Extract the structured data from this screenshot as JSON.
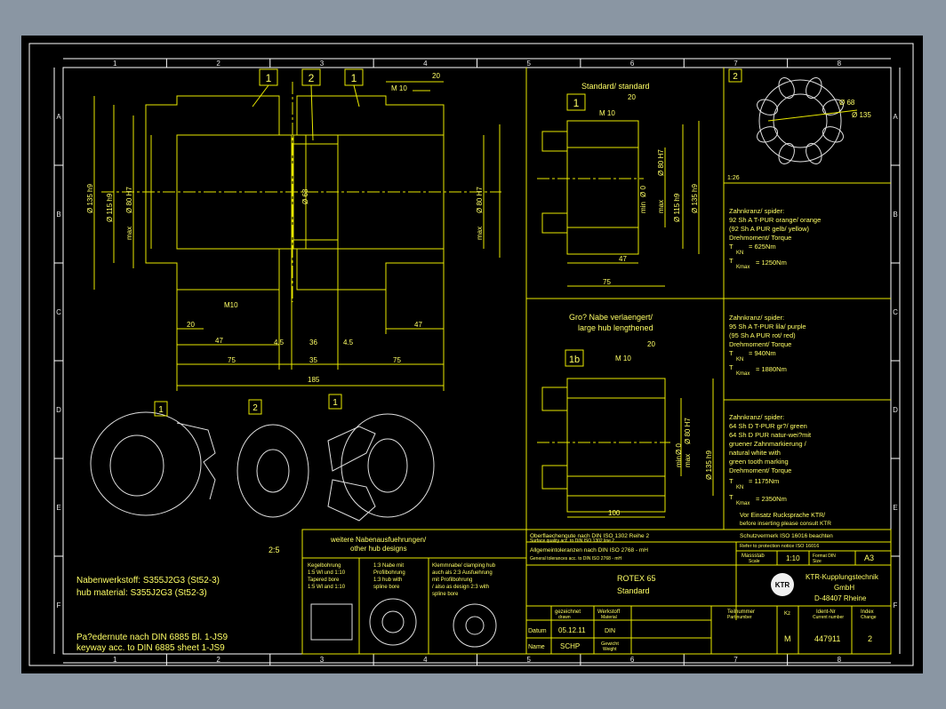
{
  "grid": {
    "columns": [
      "1",
      "2",
      "3",
      "4",
      "5",
      "6",
      "7",
      "8"
    ],
    "rows": [
      "A",
      "B",
      "C",
      "D",
      "E",
      "F"
    ]
  },
  "balloons": {
    "hub": "1",
    "spider": "2",
    "hub_lengthened": "1b"
  },
  "main_view": {
    "dims": {
      "d135": "Ø 135 h9",
      "d115": "Ø 115 h9",
      "d80max": "Ø 80 H7",
      "d68": "Ø 68",
      "d80": "Ø 80 H7",
      "max": "max",
      "m10_top": "M 10",
      "w20_top": "20",
      "m10_bot": "M10",
      "w20_bot": "20",
      "w47_left": "47",
      "w47_right": "47",
      "w45a": "4.5",
      "w36": "36",
      "w45b": "4.5",
      "w75a": "75",
      "w35": "35",
      "w75b": "75",
      "w185": "185"
    }
  },
  "standard_view": {
    "title": "Standard/ standard",
    "dims": {
      "m10": "M 10",
      "w20": "20",
      "d80": "Ø 80 H7",
      "d0": "Ø 0",
      "d115": "Ø 115 h9",
      "d135": "Ø 135 h9",
      "min": "min",
      "max": "max",
      "w47": "47",
      "w75": "75"
    }
  },
  "large_view": {
    "title": "Gro? Nabe verlaengert/",
    "subtitle": "large hub lengthened",
    "dims": {
      "m10": "M 10",
      "w20": "20",
      "d80": "Ø 80 H7",
      "d0": "Ø 0",
      "d135": "Ø 135 h9",
      "min": "min",
      "max": "max",
      "w100": "100"
    }
  },
  "spider_view": {
    "d68": "Ø 68",
    "d135": "Ø 135",
    "scale": "1:26"
  },
  "iso_scale": "2:5",
  "spiders": [
    {
      "lines": [
        "Zahnkranz/ spider:",
        "92 Sh A T-PUR orange/ orange",
        "(92 Sh A PUR gelb/ yellow)",
        "Drehmoment/ Torque"
      ],
      "tkn": "T",
      "tkn_sub": "KN",
      "tkn_val": "= 625Nm",
      "tkmax_val": "= 1250Nm",
      "tkmax_sub": "Kmax"
    },
    {
      "lines": [
        "Zahnkranz/ spider:",
        "95 Sh A T-PUR lila/ purple",
        "(95 Sh A PUR rot/ red)",
        "Drehmoment/ Torque"
      ],
      "tkn": "T",
      "tkn_sub": "KN",
      "tkn_val": "= 940Nm",
      "tkmax_val": "= 1880Nm",
      "tkmax_sub": "Kmax"
    },
    {
      "lines": [
        "Zahnkranz/ spider:",
        "64 Sh D T-PUR gr?/ green",
        "64 Sh D PUR natur-wei?mit",
        "gruener Zahnmarkierung /",
        "natural white with",
        "green tooth marking",
        "Drehmoment/ Torque"
      ],
      "tkn": "T",
      "tkn_sub": "KN",
      "tkn_val": "= 1175Nm",
      "tkmax_val": "= 2350Nm",
      "tkmax_sub": "Kmax"
    }
  ],
  "notes": {
    "consult_de": "Vor Einsatz Rucksprache KTR/",
    "consult_en": "before inserting please consult KTR",
    "material_de": "Nabenwerkstoff: S355J2G3 (St52-3)",
    "material_en": "hub material: S355J2G3 (St52-3)",
    "keyway_de": "Pa?edernute nach DIN 6885 Bl. 1-JS9",
    "keyway_en": "keyway acc. to DIN 6885 sheet 1-JS9"
  },
  "hub_designs": {
    "title": "weitere Nabenausfuehrungen/",
    "subtitle": "other hub designs",
    "variants": [
      [
        "Kegelbohrung",
        "1:5 Wl und 1:10",
        "Tapered bore",
        "1:5 Wl and 1:10"
      ],
      [
        "1:3 Nabe mit",
        "Profilbohrung",
        "1:3 hub with",
        "spline bore"
      ],
      [
        "Klemmnabe/ clamping hub",
        "auch als 2:3 Ausfuehrung",
        "mit Profilbohrung",
        "/ also as design 2:3 with",
        "spline bore"
      ]
    ]
  },
  "title_block": {
    "surface_de": "Oberflaechengute nach DIN ISO 1302 Reihe 2",
    "surface_en": "Surface quality acc. to DIN ISO 1302 line 2",
    "tol_de": "Allgemeintoleranzen nach DIN ISO 2768 - mH",
    "tol_en": "General tolerances acc. to DIN ISO 2768 - mH",
    "protect_de": "Schutzvermerk ISO 16016 beachten",
    "protect_en": "Refer to protection notice ISO 16016",
    "scale_label": "Massstab",
    "scale_en": "Scale",
    "scale": "1:10",
    "format_label": "Format DIN",
    "format_en": "Size",
    "format": "A3",
    "title1": "ROTEX 65",
    "title2": "Standard",
    "company1": "KTR-Kupplungstechnik",
    "company2": "GmbH",
    "company3": "D-48407 Rheine",
    "logo": "KTR",
    "col_drawn": "gezeichnet",
    "col_drawn_en": "drawn",
    "col_material": "Werkstoff",
    "col_material_en": "Material",
    "col_partno": "Teilnummer",
    "col_partno_en": "Part number",
    "col_kz": "Kz",
    "col_idnr": "Ident-Nr",
    "col_idnr_en": "Current number",
    "col_index": "Index",
    "col_index_en": "Change",
    "row_date": "Datum",
    "row_name": "Name",
    "date": "05.12.11",
    "name": "SCHP",
    "material": "DIN",
    "weight_de": "Gewicht",
    "weight_en": "Weight",
    "kz": "M",
    "ident": "447911",
    "index": "2"
  },
  "colors": {
    "background": "#000000",
    "lines": "#ffff66",
    "frame": "#ffffff",
    "window": "#8a96a3"
  }
}
